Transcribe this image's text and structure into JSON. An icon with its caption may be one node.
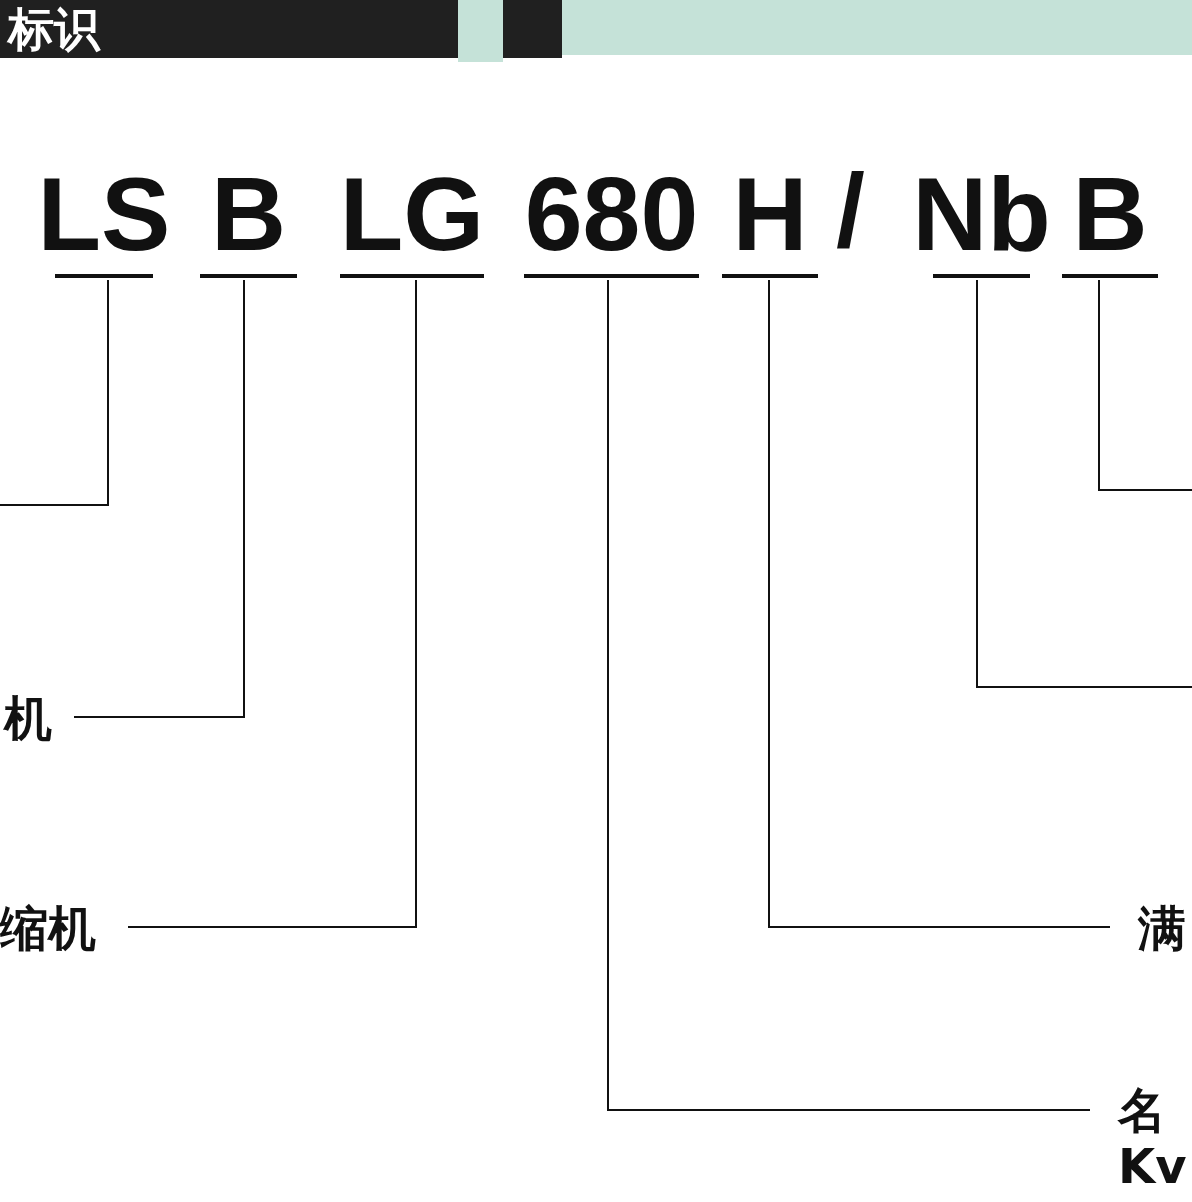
{
  "diagram": {
    "title": "标识",
    "nodes": [
      {
        "text": [
          "LS"
        ]
      },
      {
        "text": [
          "B"
        ]
      },
      {
        "text": [
          "LG"
        ]
      },
      {
        "text": [
          "680"
        ]
      },
      {
        "text": [
          "H"
        ]
      },
      {
        "text": [
          "Nb"
        ]
      },
      {
        "text": [
          "B"
        ]
      },
      {
        "text": [
          "机"
        ]
      },
      {
        "text": [
          "缩机"
        ]
      },
      {
        "text": [
          "满"
        ]
      },
      {
        "text": [
          "名",
          "Kv"
        ]
      }
    ],
    "edges": [
      {
        "from": null,
        "to": 0,
        "arrow": "none"
      },
      {
        "from": 7,
        "to": 1,
        "arrow": "none"
      },
      {
        "from": 8,
        "to": 2,
        "arrow": "none"
      },
      {
        "from": 10,
        "to": 3,
        "arrow": "none"
      },
      {
        "from": 9,
        "to": 4,
        "arrow": "none"
      },
      {
        "from": null,
        "to": 5,
        "arrow": "none"
      },
      {
        "from": null,
        "to": 6,
        "arrow": "none"
      }
    ],
    "labels": [
      "/"
    ]
  }
}
